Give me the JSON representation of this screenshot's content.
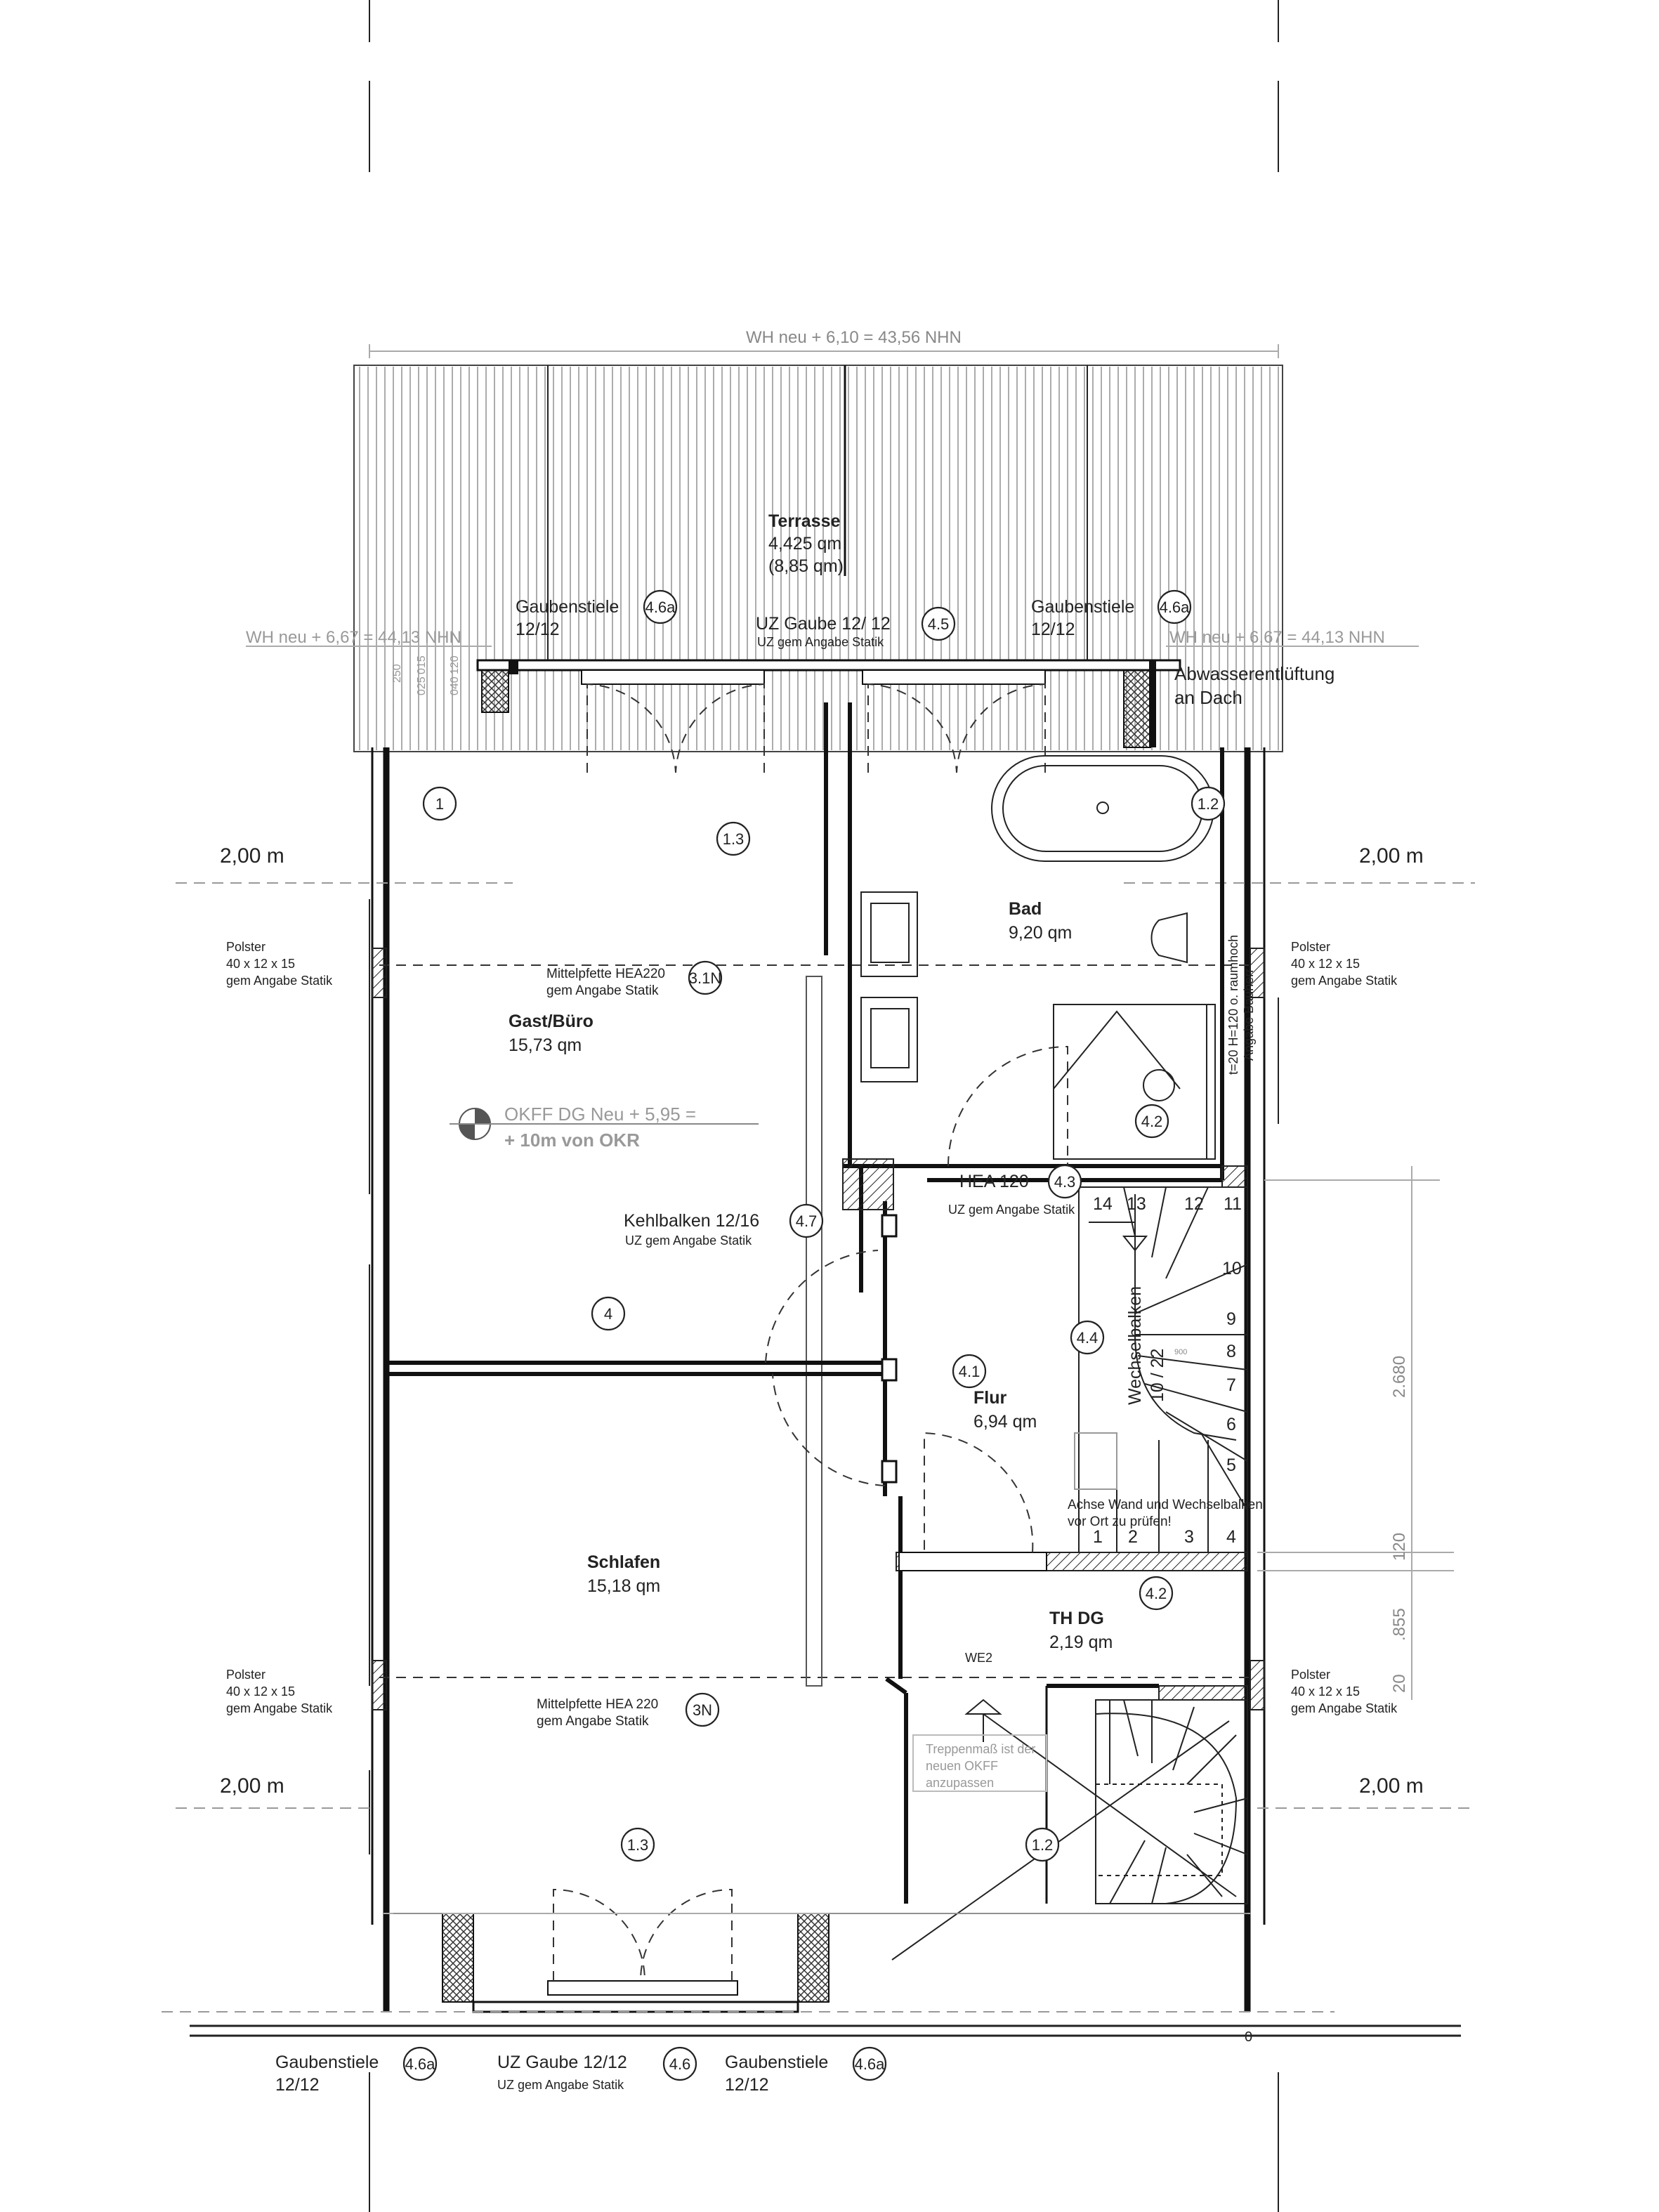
{
  "levels": {
    "wh_top": "WH neu + 6,10 = 43,56 NHN",
    "wh_left": "WH neu + 6,67 = 44,13 NHN",
    "wh_right": "WH neu + 6,67 = 44,13 NHN",
    "okff_line1": "OKFF DG Neu  + 5,95 =",
    "okff_line2": "+ 10m von OKR"
  },
  "rooms": {
    "terrasse": {
      "name": "Terrasse",
      "area": "4,425 qm",
      "area2": "(8,85 qm)"
    },
    "gast": {
      "name": "Gast/Büro",
      "area": "15,73 qm"
    },
    "bad": {
      "name": "Bad",
      "area": "9,20 qm"
    },
    "flur": {
      "name": "Flur",
      "area": "6,94 qm"
    },
    "schlafen": {
      "name": "Schlafen",
      "area": "15,18 qm"
    },
    "thdg": {
      "name": "TH DG",
      "area": "2,19 qm",
      "sub": "WE2"
    }
  },
  "annotations": {
    "gaubenstiele_left": "Gaubenstiele",
    "gaubenstiele_left_size": "12/12",
    "gaubenstiele_right": "Gaubenstiele",
    "gaubenstiele_right_size": "12/12",
    "uz_gaube_top": "UZ Gaube 12/ 12",
    "uz_gaube_top_sub": "UZ gem Angabe Statik",
    "abwasser1": "Abwasserentlüftung",
    "abwasser2": "an Dach",
    "height_left": "2,00 m",
    "height_right": "2,00 m",
    "height_left_b": "2,00 m",
    "height_right_b": "2,00 m",
    "polster": [
      {
        "l1": "Polster",
        "l2": "40 x 12 x 15",
        "l3": "gem Angabe Statik"
      },
      {
        "l1": "Polster",
        "l2": "40 x 12 x 15",
        "l3": "gem Angabe Statik"
      },
      {
        "l1": "Polster",
        "l2": "40 x 12 x 15",
        "l3": "gem Angabe Statik"
      },
      {
        "l1": "Polster",
        "l2": "40 x 12 x 15",
        "l3": "gem Angabe Statik"
      }
    ],
    "mittelpfette_top1": "Mittelpfette HEA220",
    "mittelpfette_top2": "gem Angabe Statik",
    "mittelpfette_bot1": "Mittelpfette HEA 220",
    "mittelpfette_bot2": "gem Angabe Statik",
    "kehlbalken1": "Kehlbalken 12/16",
    "kehlbalken2": "UZ gem Angabe Statik",
    "hea120": "HEA 120",
    "hea120_sub": "UZ gem Angabe Statik",
    "wechselbalken": "Wechselbalken",
    "wechselbalken_size": "10 / 22",
    "raumhoch": "t=20 H=120 o. raumhoch",
    "raumhoch2": "Angabe Bauherr",
    "achse1": "Achse Wand und Wechselbalken",
    "achse2": "vor Ort zu prüfen!",
    "treppe1": "Treppenmaß ist der",
    "treppe2": "neuen OKFF",
    "treppe3": "anzupassen",
    "stair_small": "900",
    "dim_2680": "2.680",
    "dim_120": "120",
    "dim_855": ".855",
    "dim_20": "20",
    "dim_vert": [
      "250",
      "025",
      "015",
      "040",
      "120"
    ],
    "bottom_gauben_l": "Gaubenstiele",
    "bottom_gauben_l_size": "12/12",
    "bottom_uz": "UZ Gaube 12/12",
    "bottom_uz_sub": "UZ gem Angabe Statik",
    "bottom_gauben_r": "Gaubenstiele",
    "bottom_gauben_r_size": "12/12",
    "bottom_mark": "0"
  },
  "markers": {
    "m1": "1",
    "m13a": "1.3",
    "m12a": "1.2",
    "m31n": "3.1N",
    "m47": "4.7",
    "m4": "4",
    "m43": "4.3",
    "m42a": "4.2",
    "m44": "4.4",
    "m41": "4.1",
    "m42b": "4.2",
    "m3n": "3N",
    "m13b": "1.3",
    "m12b": "1.2",
    "m46a_top_l": "4.6a",
    "m46a_top_r": "4.6a",
    "m45": "4.5",
    "m46a_bot_l": "4.6a",
    "m46": "4.6",
    "m46a_bot_r": "4.6a"
  },
  "steps": [
    "1",
    "2",
    "3",
    "4",
    "5",
    "6",
    "7",
    "8",
    "9",
    "10",
    "11",
    "12",
    "13",
    "14"
  ]
}
